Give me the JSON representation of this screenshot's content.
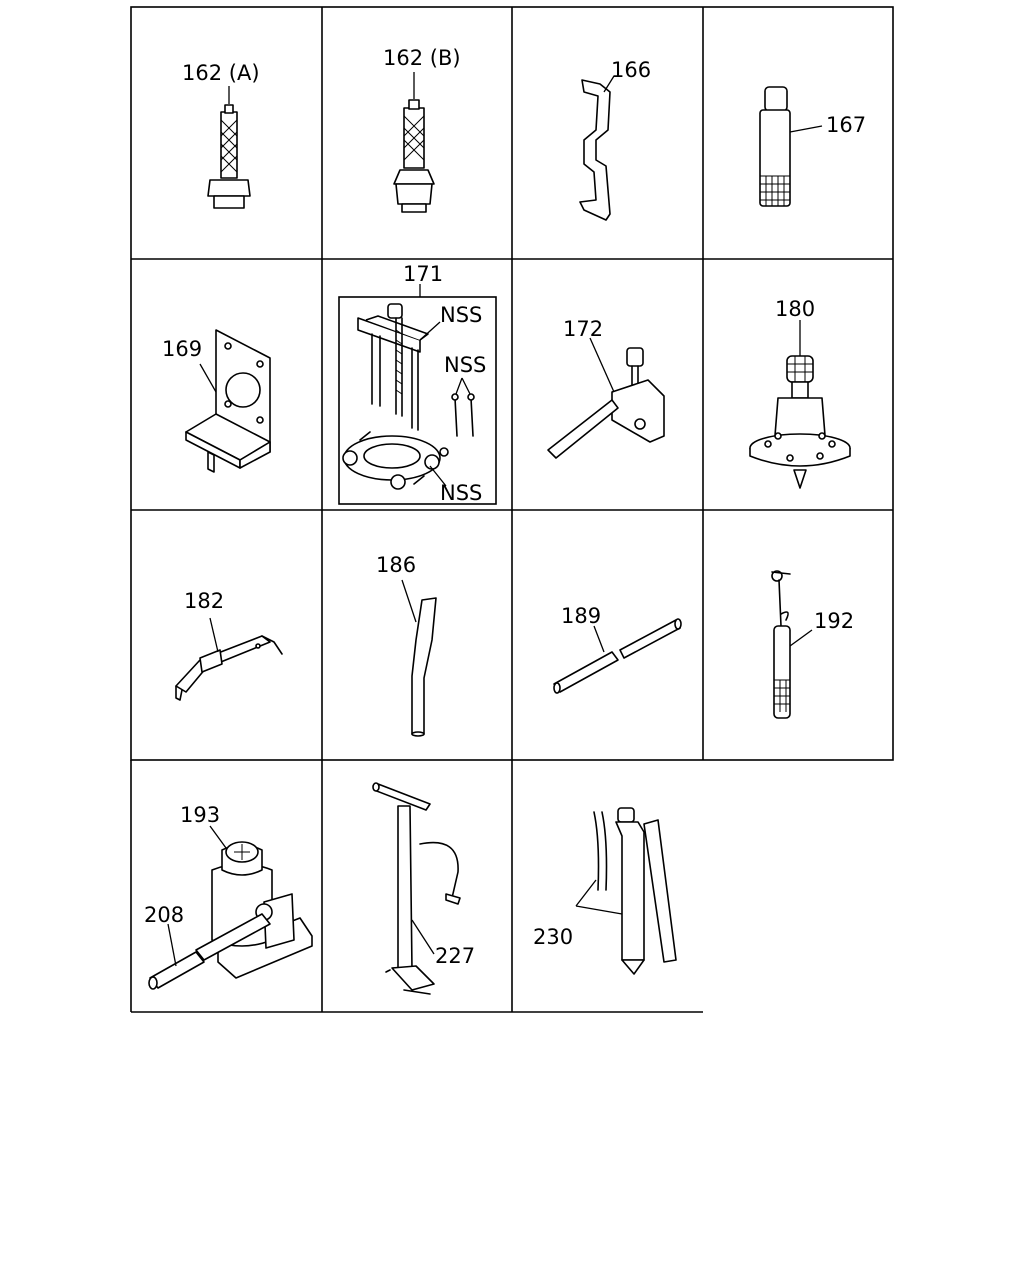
{
  "cells": [
    {
      "id": "c1",
      "labels": [
        "162 (A)"
      ]
    },
    {
      "id": "c2",
      "labels": [
        "162 (B)"
      ]
    },
    {
      "id": "c3",
      "labels": [
        "166"
      ]
    },
    {
      "id": "c4",
      "labels": [
        "167"
      ]
    },
    {
      "id": "c5",
      "labels": [
        "169"
      ]
    },
    {
      "id": "c6",
      "labels": [
        "171",
        "NSS",
        "NSS",
        "NSS"
      ]
    },
    {
      "id": "c7",
      "labels": [
        "172"
      ]
    },
    {
      "id": "c8",
      "labels": [
        "180"
      ]
    },
    {
      "id": "c9",
      "labels": [
        "182"
      ]
    },
    {
      "id": "c10",
      "labels": [
        "186"
      ]
    },
    {
      "id": "c11",
      "labels": [
        "189"
      ]
    },
    {
      "id": "c12",
      "labels": [
        "192"
      ]
    },
    {
      "id": "c13",
      "labels": [
        "193",
        "208"
      ]
    },
    {
      "id": "c14",
      "labels": [
        "227"
      ]
    },
    {
      "id": "c15",
      "labels": [
        "230"
      ]
    }
  ]
}
